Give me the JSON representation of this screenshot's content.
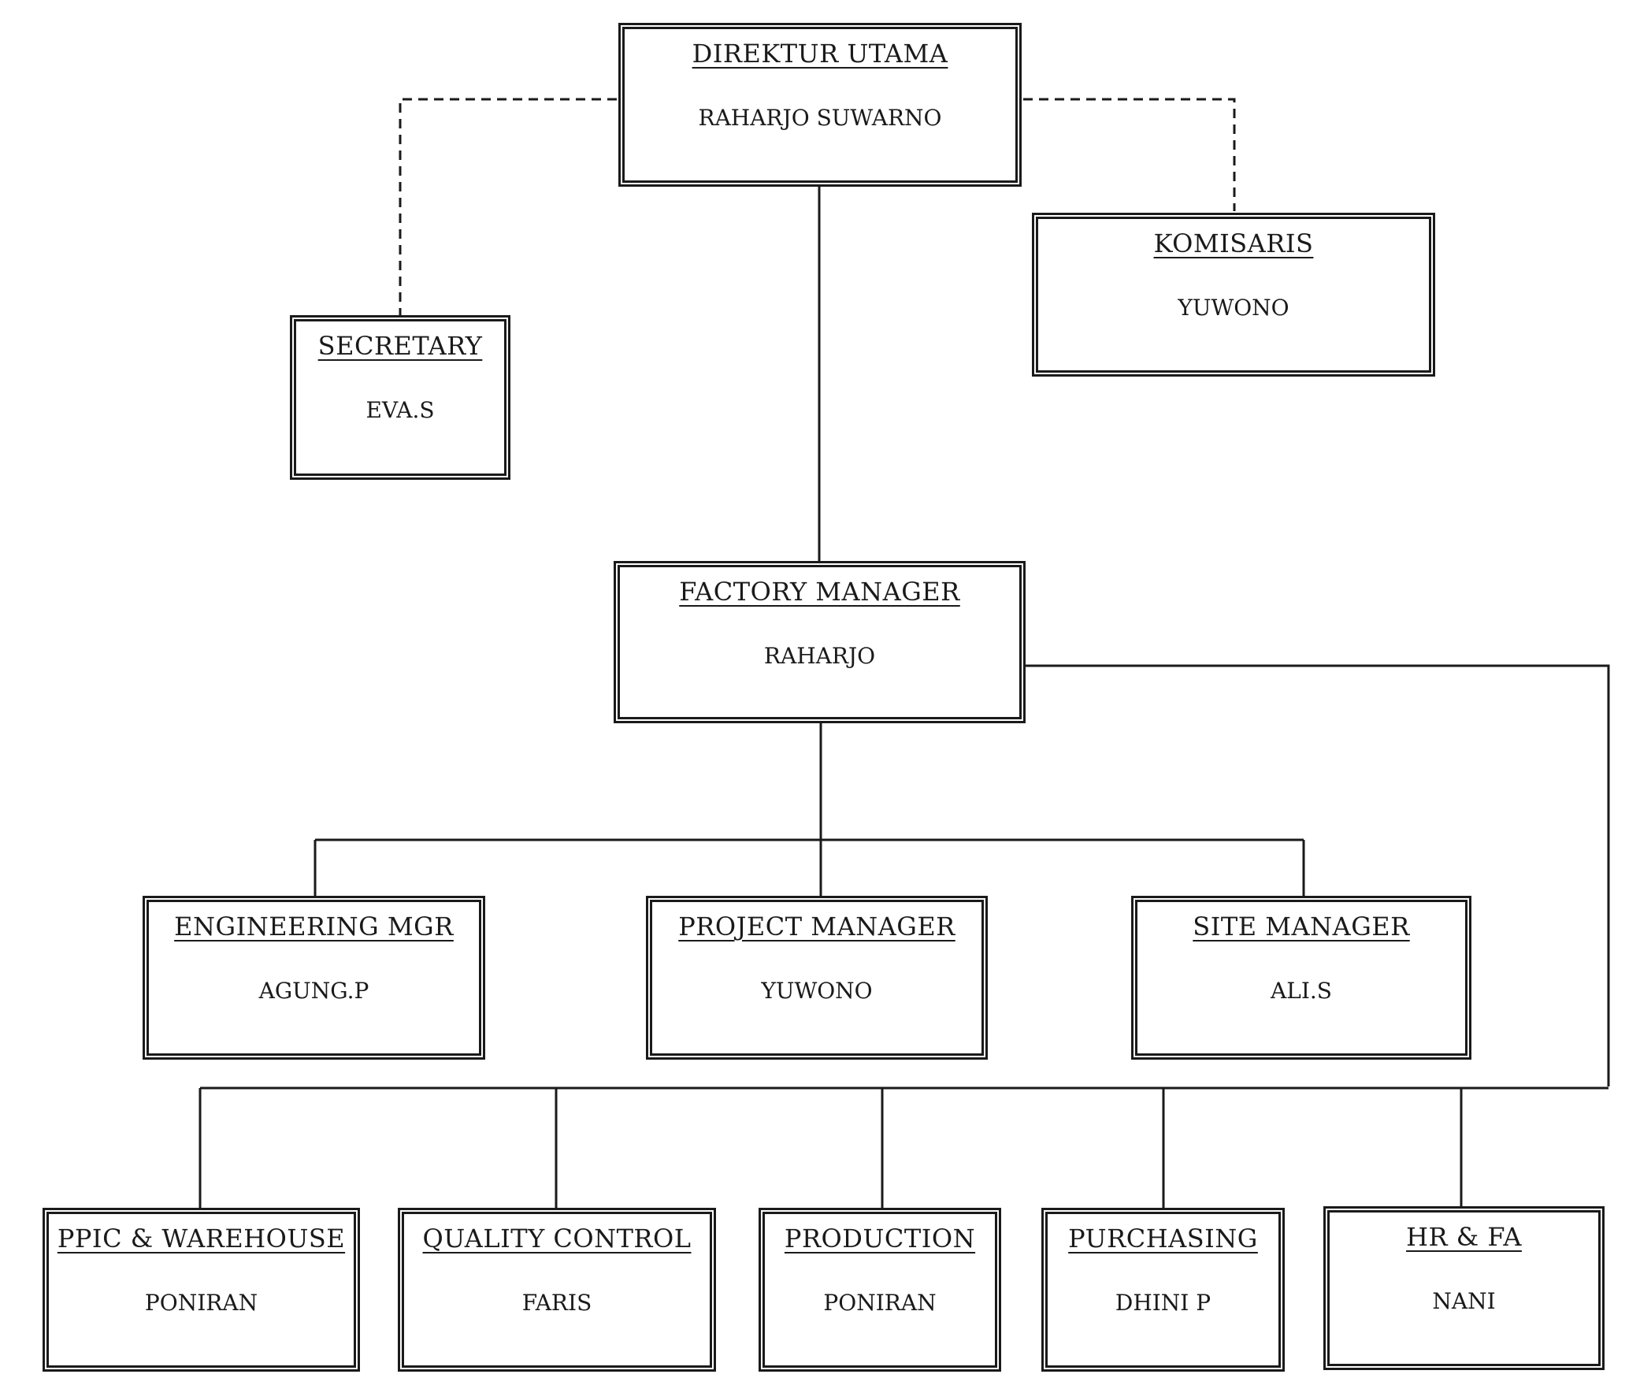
{
  "org_chart": {
    "direktur": {
      "title": "DIREKTUR UTAMA",
      "name": "RAHARJO SUWARNO"
    },
    "secretary": {
      "title": "SECRETARY",
      "name": "EVA.S"
    },
    "komisaris": {
      "title": "KOMISARIS",
      "name": "YUWONO"
    },
    "factory": {
      "title": "FACTORY MANAGER",
      "name": "RAHARJO"
    },
    "engineering": {
      "title": "ENGINEERING MGR",
      "name": "AGUNG.P"
    },
    "project": {
      "title": "PROJECT MANAGER",
      "name": "YUWONO"
    },
    "site": {
      "title": "SITE MANAGER",
      "name": "ALI.S"
    },
    "ppic": {
      "title": "PPIC & WAREHOUSE",
      "name": "PONIRAN"
    },
    "qc": {
      "title": "QUALITY CONTROL",
      "name": "FARIS"
    },
    "production": {
      "title": "PRODUCTION",
      "name": "PONIRAN"
    },
    "purchasing": {
      "title": "PURCHASING",
      "name": "DHINI P"
    },
    "hrfa": {
      "title": "HR & FA",
      "name": "NANI"
    }
  },
  "colors": {
    "line": "#1a1a1a",
    "background": "#ffffff"
  }
}
